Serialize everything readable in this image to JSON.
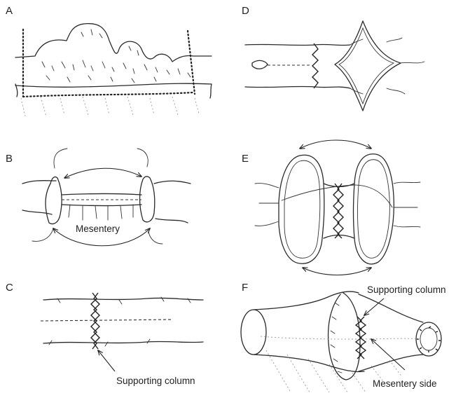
{
  "panels": {
    "A": {
      "letter": "A"
    },
    "B": {
      "letter": "B",
      "label": "Mesentery"
    },
    "C": {
      "letter": "C",
      "label": "Supporting column"
    },
    "D": {
      "letter": "D"
    },
    "E": {
      "letter": "E"
    },
    "F": {
      "letter": "F",
      "label_top": "Supporting column",
      "label_bottom": "Mesentery side"
    }
  }
}
